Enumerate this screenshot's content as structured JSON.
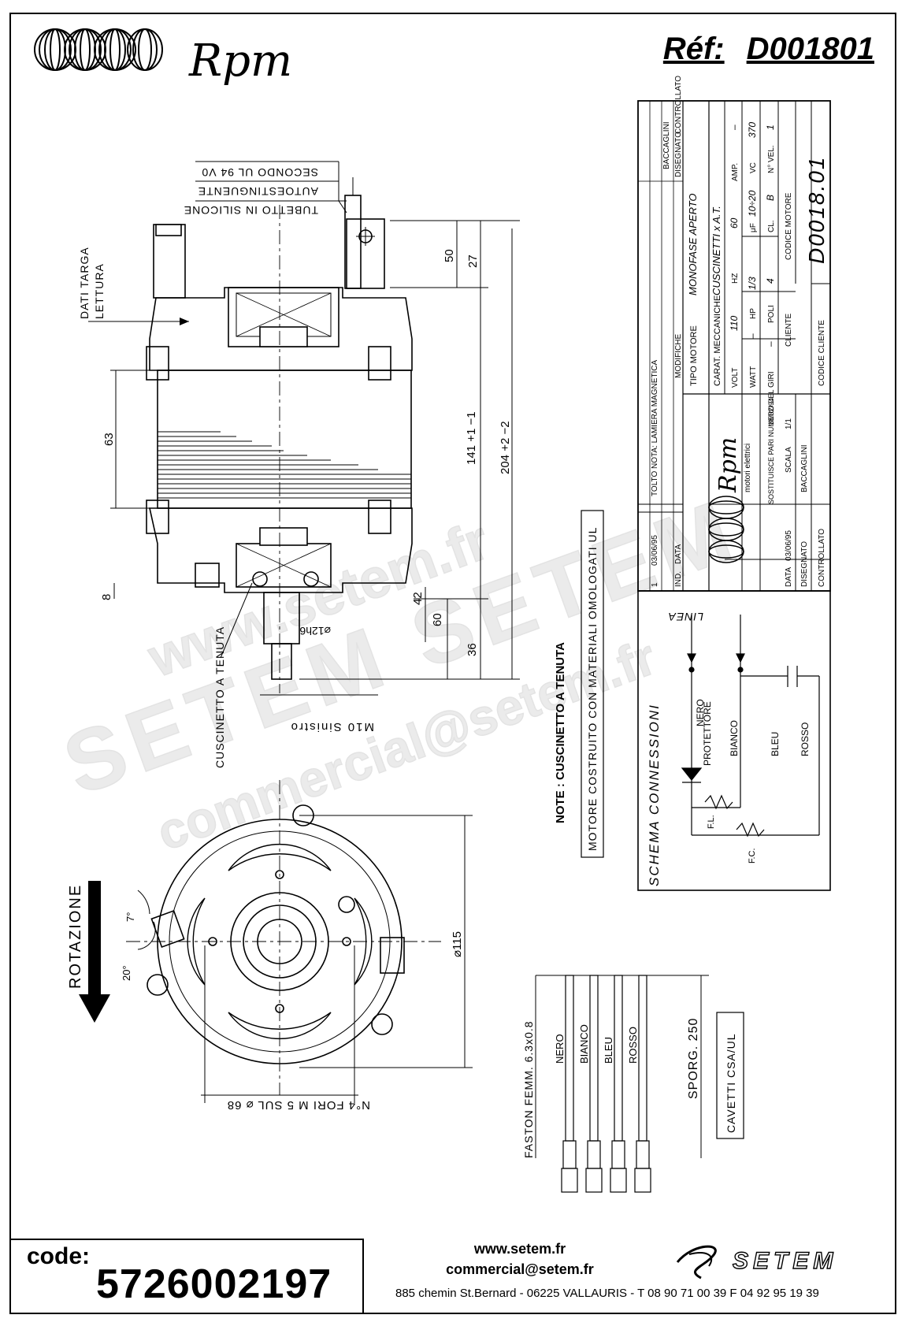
{
  "header": {
    "brand": "Rpm",
    "ref_label": "Réf:",
    "ref_value": "D001801"
  },
  "drawing": {
    "callouts": [
      "TUBETTO IN SILICONE",
      "AUTOESTINGUENTE",
      "SECONDO UL 94 V0"
    ],
    "dati_targa": "DATI TARGA",
    "lettura": "LETTURA",
    "cuscinetto": "CUSCINETTO A TENUTA",
    "thread": "M10 Sinistro",
    "shaft_dia": "⌀12h6",
    "dims": {
      "d50": "50",
      "d27": "27",
      "d63": "63",
      "d141": "141 +1 −1",
      "d204": "204 +2 −2",
      "d8": "8",
      "d60": "60",
      "d42": "42",
      "d36": "36",
      "d115": "⌀115",
      "d7": "7°",
      "d20": "20°"
    },
    "holes": "N°4 FORI M 5 SUL ⌀ 68",
    "rotazione": "ROTAZIONE",
    "note": "NOTE : CUSCINETTO A TENUTA",
    "ul_note": "MOTORE COSTRUITO CON MATERIALI OMOLOGATI UL"
  },
  "wires": {
    "faston": "FASTON FEMM. 6.3x0.8",
    "colors": [
      "NERO",
      "BIANCO",
      "BLEU",
      "ROSSO"
    ],
    "sporg": "SPORG. 250",
    "cavetti": "CAVETTI CSA/UL"
  },
  "schema": {
    "title": "SCHEMA CONNESSIONI",
    "linea": "LINEA",
    "nero": "NERO",
    "protettore": "PROTETTORE",
    "bianco": "BIANCO",
    "bleu": "BLEU",
    "rosso": "ROSSO",
    "fl": "F.L.",
    "fc": "F.C."
  },
  "title_block": {
    "rev_ind": "1",
    "rev_date": "03/06/95",
    "rev_text": "TOLTO NOTA: LAMIERA MAGNETICA",
    "ind_label": "IND.",
    "data_label": "DATA",
    "modifiche": "MODIFICHE",
    "baccaglini": "BACCAGLINI",
    "disegnato_h": "DISEGNATO",
    "controllato_h": "CONTROLLATO",
    "tipo_motore_label": "TIPO MOTORE",
    "tipo_motore": "MONOFASE APERTO",
    "carat_label": "CARAT. MECCANICHE",
    "carat": "CUSCINETTI x A.T.",
    "volt_label": "VOLT",
    "volt": "110",
    "hz_label": "HZ",
    "hz": "60",
    "amp_label": "AMP.",
    "amp": "–",
    "watt_label": "WATT",
    "watt": "–",
    "hp_label": "HP",
    "hp": "1/3",
    "uf_label": "μF",
    "uf": "10÷20",
    "vc_label": "VC",
    "vc": "370",
    "giri_label": "GIRI",
    "giri": "–",
    "poli_label": "POLI",
    "poli": "4",
    "cl_label": "CL.",
    "cl": "B",
    "nvel_label": "N° VEL.",
    "nvel": "1",
    "cliente_label": "CLIENTE",
    "codice_motore_label": "CODICE MOTORE",
    "codice_motore": "D0018.01",
    "codice_cliente_label": "CODICE CLIENTE",
    "brand": "Rpm",
    "brand_sub": "motori elettrici",
    "sostituisce_label": "SOSTITUISCE PARI NUMERO DEL",
    "sostituisce_date": "18/02/94",
    "data_row_label": "DATA",
    "data_row_value": "03/06/95",
    "scala_label": "SCALA",
    "scala": "1/1",
    "disegnato_label": "DISEGNATO",
    "disegnato": "BACCAGLINI",
    "controllato_label": "CONTROLLATO"
  },
  "watermark": {
    "line1": "www.setem.fr",
    "line2": "SETEM SETEM",
    "line3": "commercial@setem.fr"
  },
  "footer": {
    "code_label": "code:",
    "code_value": "5726002197",
    "web": "www.setem.fr",
    "email": "commercial@setem.fr",
    "address": "885 chemin St.Bernard  -  06225 VALLAURIS  -  T 08 90 71 00 39   F 04 92 95 19 39",
    "setem_brand": "SETEM"
  }
}
